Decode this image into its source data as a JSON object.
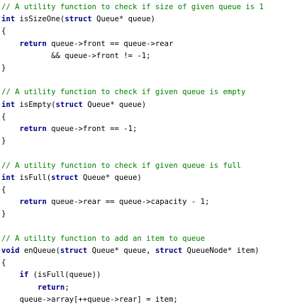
{
  "code": {
    "lines": [
      [
        {
          "t": "// A utility function to check if size of given queue is 1",
          "c": "comment"
        }
      ],
      [
        {
          "t": "int",
          "c": "kw"
        },
        {
          "t": " isSizeOne(",
          "c": "plain"
        },
        {
          "t": "struct",
          "c": "kw"
        },
        {
          "t": " Queue* queue)",
          "c": "plain"
        }
      ],
      [
        {
          "t": "{",
          "c": "plain"
        }
      ],
      [
        {
          "t": "    ",
          "c": "plain"
        },
        {
          "t": "return",
          "c": "kw"
        },
        {
          "t": " queue->front == queue->rear",
          "c": "plain"
        }
      ],
      [
        {
          "t": "           && queue->front != -1;",
          "c": "plain"
        }
      ],
      [
        {
          "t": "}",
          "c": "plain"
        }
      ],
      [],
      [
        {
          "t": "// A utility function to check if given queue is empty",
          "c": "comment"
        }
      ],
      [
        {
          "t": "int",
          "c": "kw"
        },
        {
          "t": " isEmpty(",
          "c": "plain"
        },
        {
          "t": "struct",
          "c": "kw"
        },
        {
          "t": " Queue* queue)",
          "c": "plain"
        }
      ],
      [
        {
          "t": "{",
          "c": "plain"
        }
      ],
      [
        {
          "t": "    ",
          "c": "plain"
        },
        {
          "t": "return",
          "c": "kw"
        },
        {
          "t": " queue->front == -1;",
          "c": "plain"
        }
      ],
      [
        {
          "t": "}",
          "c": "plain"
        }
      ],
      [],
      [
        {
          "t": "// A utility function to check if given queue is full",
          "c": "comment"
        }
      ],
      [
        {
          "t": "int",
          "c": "kw"
        },
        {
          "t": " isFull(",
          "c": "plain"
        },
        {
          "t": "struct",
          "c": "kw"
        },
        {
          "t": " Queue* queue)",
          "c": "plain"
        }
      ],
      [
        {
          "t": "{",
          "c": "plain"
        }
      ],
      [
        {
          "t": "    ",
          "c": "plain"
        },
        {
          "t": "return",
          "c": "kw"
        },
        {
          "t": " queue->rear == queue->capacity - 1;",
          "c": "plain"
        }
      ],
      [
        {
          "t": "}",
          "c": "plain"
        }
      ],
      [],
      [
        {
          "t": "// A utility function to add an item to queue",
          "c": "comment"
        }
      ],
      [
        {
          "t": "void",
          "c": "kw"
        },
        {
          "t": " enQueue(",
          "c": "plain"
        },
        {
          "t": "struct",
          "c": "kw"
        },
        {
          "t": " Queue* queue, ",
          "c": "plain"
        },
        {
          "t": "struct",
          "c": "kw"
        },
        {
          "t": " QueueNode* item)",
          "c": "plain"
        }
      ],
      [
        {
          "t": "{",
          "c": "plain"
        }
      ],
      [
        {
          "t": "    ",
          "c": "plain"
        },
        {
          "t": "if",
          "c": "kw"
        },
        {
          "t": " (isFull(queue))",
          "c": "plain"
        }
      ],
      [
        {
          "t": "        ",
          "c": "plain"
        },
        {
          "t": "return",
          "c": "kw"
        },
        {
          "t": ";",
          "c": "plain"
        }
      ],
      [
        {
          "t": "    queue->array[++queue->rear] = item;",
          "c": "plain"
        }
      ]
    ]
  }
}
